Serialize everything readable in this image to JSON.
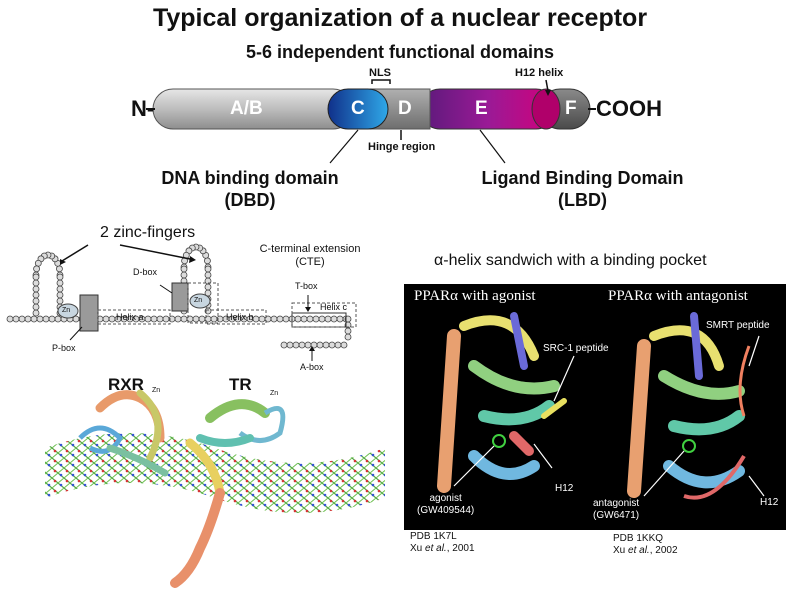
{
  "title": "Typical organization of a nuclear receptor",
  "subtitle": "5-6 independent functional domains",
  "bar": {
    "n_term": "N-",
    "c_term": "COOH",
    "domains": [
      "A/B",
      "C",
      "D",
      "E",
      "F"
    ],
    "nls_label": "NLS",
    "h12_label": "H12 helix",
    "hinge_label": "Hinge region"
  },
  "dbd": {
    "line1": "DNA binding domain",
    "line2": "(DBD)"
  },
  "lbd": {
    "line1": "Ligand Binding Domain",
    "line2": "(LBD)"
  },
  "zinc": {
    "fingers_label": "2 zinc-fingers",
    "cte_line1": "C-terminal extension",
    "cte_line2": "(CTE)",
    "t_box": "T-box",
    "d_box": "D-box",
    "p_box": "P-box",
    "a_box": "A-box",
    "helix_a": "Helix a",
    "helix_b": "Helix b",
    "helix_c": "Helix c",
    "zn": "Zn"
  },
  "dna_structure": {
    "left_label": "RXR",
    "right_label": "TR",
    "zn_label": "Zn"
  },
  "sandwich": {
    "title": "α-helix sandwich with a binding pocket",
    "left_title": "PPARα with agonist",
    "right_title": "PPARα with antagonist",
    "src1": "SRC-1 peptide",
    "smrt": "SMRT peptide",
    "h12": "H12",
    "agonist_line1": "agonist",
    "agonist_line2": "(GW409544)",
    "antagonist_line1": "antagonist",
    "antagonist_line2": "(GW6471)",
    "pdb_left": "PDB 1K7L",
    "ref_left_author": "Xu",
    "ref_left_etal": "et al.",
    "ref_left_year": ", 2001",
    "pdb_right": "PDB 1KKQ",
    "ref_right_author": "Xu",
    "ref_right_etal": "et al.",
    "ref_right_year": ", 2002"
  },
  "colors": {
    "ab_gray": "#b8b8b8",
    "c_blue": "#1f4fa8",
    "e_purple": "#8a1a8a",
    "e_magenta": "#c8006e",
    "f_gray": "#6a6a6a",
    "panel_bg": "#000000"
  }
}
